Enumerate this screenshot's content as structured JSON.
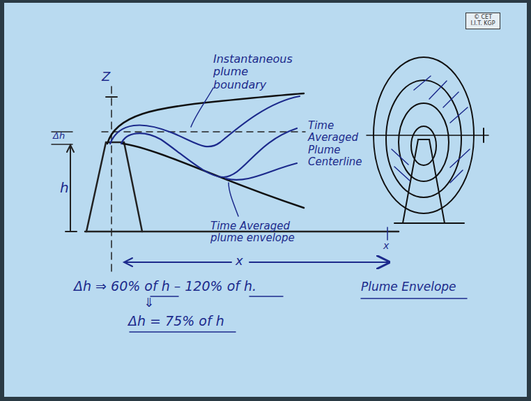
{
  "diagram": {
    "nodes": [
      {
        "text": [
          "© CET I.I.T. KGP"
        ]
      }
    ],
    "labels": [
      "Z",
      "Δh",
      "h",
      "Instantaneous plume boundary",
      "Time Averaged Plume Centerline",
      "Time Averaged plume envelope",
      "x",
      "x",
      "Δh ⇒ 60% of h – 120% of h.",
      "Plume Envelope",
      "⇓",
      "Δh = 75% of h"
    ]
  }
}
